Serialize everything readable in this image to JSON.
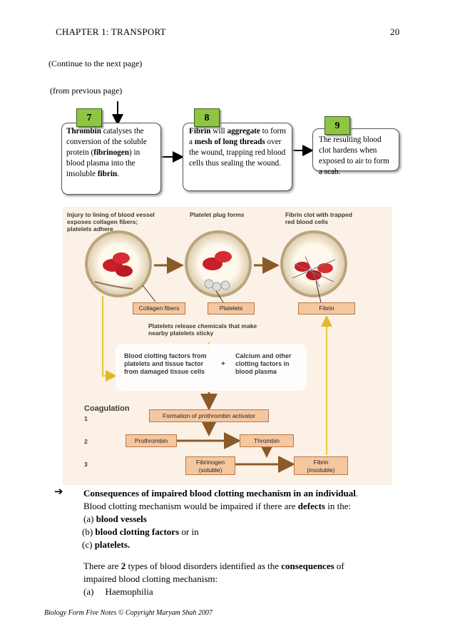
{
  "header": {
    "chapter": "CHAPTER 1: TRANSPORT",
    "page": "20"
  },
  "notes": {
    "continue": "(Continue to the next page)",
    "from_prev": "(from previous page)"
  },
  "steps": [
    {
      "number": "7",
      "parts": [
        [
          "b",
          "Thrombin"
        ],
        [
          "n",
          " catalyses the conversion of the soluble protein ("
        ],
        [
          "b",
          "fibrinogen"
        ],
        [
          "n",
          ") in blood plasma into the insoluble "
        ],
        [
          "b",
          "fibrin"
        ],
        [
          "n",
          "."
        ]
      ]
    },
    {
      "number": "8",
      "parts": [
        [
          "b",
          "Fibrin"
        ],
        [
          "n",
          " will "
        ],
        [
          "b",
          "aggregate"
        ],
        [
          "n",
          " to form a "
        ],
        [
          "b",
          "mesh of long threads"
        ],
        [
          "n",
          " over the wound, trapping red blood cells thus sealing the wound."
        ]
      ]
    },
    {
      "number": "9",
      "parts": [
        [
          "n",
          "The resulting blood clot hardens when exposed to air to form a scab."
        ]
      ]
    }
  ],
  "figure": {
    "stage1": "Injury to lining of blood vessel exposes collagen fibers; platelets adhere",
    "stage2": "Platelet plug forms",
    "stage3": "Fibrin clot with trapped red blood cells",
    "label_collagen": "Collagen fibers",
    "label_platelets": "Platelets",
    "label_fibrin": "Fibrin",
    "release_text": "Platelets release chemicals that make nearby platelets sticky",
    "factors_left": "Blood clotting factors from platelets and tissue factor from damaged tissue cells",
    "plus": "+",
    "factors_right": "Calcium and other clotting factors in blood plasma",
    "coagulation": "Coagulation",
    "n1": "1",
    "n2": "2",
    "n3": "3",
    "formation": "Formation of prothrombin activator",
    "prothrombin": "Prothrombin",
    "thrombin": "Thrombin",
    "fibrinogen": "Fibrinogen",
    "fibrinogen_sub": "(soluble)",
    "fibrin": "Fibrin",
    "fibrin_sub": "(insoluble)"
  },
  "text": {
    "arrow_glyph": "➔",
    "heading": "Consequences of impaired blood clotting mechanism in an individual",
    "heading_end": ".",
    "line1a": "Blood clotting mechanism would be impaired if there are ",
    "line1b": "defects",
    "line1c": " in the:",
    "item_a_label": "(a)",
    "item_a": "blood vessels",
    "item_b_label": "(b)",
    "item_b": "blood clotting factors",
    "item_b_tail": " or in",
    "item_c_label": "(c)",
    "item_c": "platelets.",
    "para2a": "There are ",
    "para2b": "2",
    "para2c": " types of blood disorders identified as the ",
    "para2d": "consequences",
    "para2e": " of",
    "para2f": "impaired blood clotting mechanism:",
    "list_a_label": "(a)",
    "list_a": "Haemophilia"
  },
  "footer": "Biology Form Five Notes © Copyright Maryam Shah 2007",
  "colors": {
    "badge": "#8ec641",
    "figure_bg": "#fbf1e6",
    "label_bg": "#f6c79f",
    "arrow": "#8b5a2b",
    "yellow_line": "#e8c43a"
  }
}
